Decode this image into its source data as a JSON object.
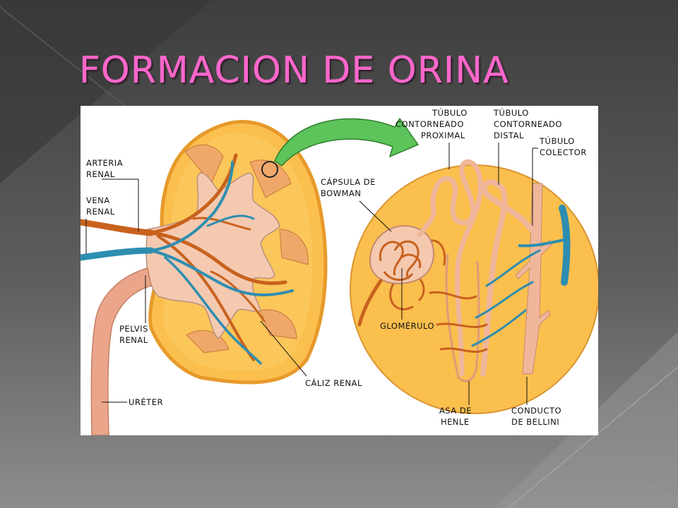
{
  "slide": {
    "title": "FORMACION DE ORINA"
  },
  "diagram": {
    "labels": {
      "arteria_renal": [
        "ARTERIA",
        "RENAL"
      ],
      "vena_renal": [
        "VENA",
        "RENAL"
      ],
      "pelvis_renal": [
        "PELVIS",
        "RENAL"
      ],
      "ureter": "URÉTER",
      "caliz_renal": "CÁLIZ RENAL",
      "capsula_bowman": [
        "CÁPSULA DE",
        "BOWMAN"
      ],
      "glomerulo": "GLOMÉRULO",
      "tubulo_proximal": [
        "TÚBULO",
        "CONTORNEADO",
        "PROXIMAL"
      ],
      "tubulo_distal": [
        "TÚBULO",
        "CONTORNEADO",
        "DISTAL"
      ],
      "tubulo_colector": [
        "TÚBULO",
        "COLECTOR"
      ],
      "asa_henle": [
        "ASA DE",
        "HENLE"
      ],
      "conducto_bellini": [
        "CONDUCTO",
        "DE BELLINI"
      ]
    },
    "colors": {
      "cortex": "#fbbf4e",
      "cortex_edge": "#e79a2a",
      "pelvis": "#f5c9b0",
      "artery": "#c8621e",
      "vein": "#2d8eb0",
      "ureter": "#eba58a",
      "arrow": "#5cc45a",
      "tubule": "#f0b69a"
    }
  }
}
